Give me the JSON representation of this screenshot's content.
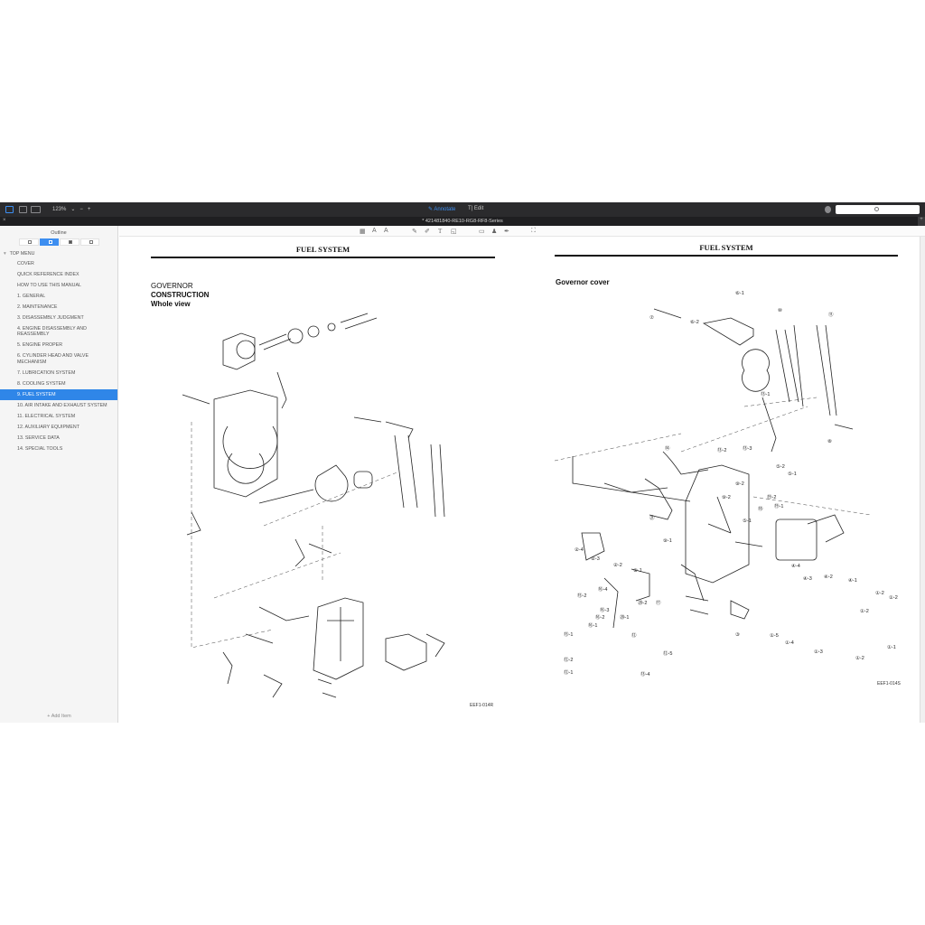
{
  "toolbar": {
    "zoom_level": "123%",
    "zoom_chevron": "⌄",
    "zoom_out": "−",
    "zoom_in": "+",
    "annotate_label": "Annotate",
    "edit_label": "Edit",
    "search_placeholder": ""
  },
  "tab": {
    "close": "×",
    "title": "* 421481840-RE10-RG8-RF8-Series",
    "add": "+"
  },
  "sidebar": {
    "header": "Outline",
    "root": "TOP MENU",
    "items": [
      {
        "label": "COVER"
      },
      {
        "label": "QUICK REFERENCE INDEX"
      },
      {
        "label": "HOW TO USE THIS MANUAL"
      },
      {
        "label": "1. GENERAL"
      },
      {
        "label": "2. MAINTENANCE"
      },
      {
        "label": "3. DISASSEMBLY JUDGMENT"
      },
      {
        "label": "4. ENGINE DISASSEMBLY AND REASSEMBLY"
      },
      {
        "label": "5. ENGINE PROPER"
      },
      {
        "label": "6. CYLINDER HEAD AND VALVE MECHANISM"
      },
      {
        "label": "7. LUBRICATION SYSTEM"
      },
      {
        "label": "8. COOLING SYSTEM"
      },
      {
        "label": "9. FUEL SYSTEM",
        "selected": true
      },
      {
        "label": "10. AIR INTAKE AND EXHAUST SYSTEM"
      },
      {
        "label": "11. ELECTRICAL SYSTEM"
      },
      {
        "label": "12. AUXILIARY EQUIPMENT"
      },
      {
        "label": "13. SERVICE DATA"
      },
      {
        "label": "14. SPECIAL TOOLS"
      }
    ],
    "add_item": "+ Add Item"
  },
  "annotation_tools": {
    "icons": [
      "text-box-icon",
      "text-style-icon",
      "text-color-icon",
      "pencil-icon",
      "highlighter-icon",
      "text-tool-icon",
      "shape-icon",
      "comment-icon",
      "stamp-icon",
      "signature-icon",
      "fullscreen-icon"
    ]
  },
  "left_page": {
    "header": "FUEL SYSTEM",
    "section": "GOVERNOR",
    "subsection": "CONSTRUCTION",
    "subsubsection": "Whole view",
    "figure_code": "EEF1-014R"
  },
  "right_page": {
    "header": "FUEL SYSTEM",
    "section": "Governor cover",
    "figure_code": "EEF1-014S",
    "part_labels": [
      "6-1",
      "7",
      "6-2",
      "10",
      "11",
      "13-1",
      "13-2",
      "13-3",
      "8",
      "14",
      "5-2",
      "5-1",
      "9-2",
      "9-2",
      "19-2",
      "19-1",
      "21",
      "18",
      "5-1",
      "9-1",
      "2-4",
      "2-3",
      "2-2",
      "2-1",
      "4-4",
      "4-3",
      "4-2",
      "4-1",
      "16-4",
      "15-2",
      "20-2",
      "17",
      "16-3",
      "16-2",
      "20-1",
      "16-1",
      "15-1",
      "3",
      "1-2",
      "1-2",
      "1-2",
      "1-5",
      "1-4",
      "1-3",
      "1-1",
      "1-2",
      "12",
      "12-2",
      "12-5",
      "12-1",
      "13-4"
    ]
  }
}
